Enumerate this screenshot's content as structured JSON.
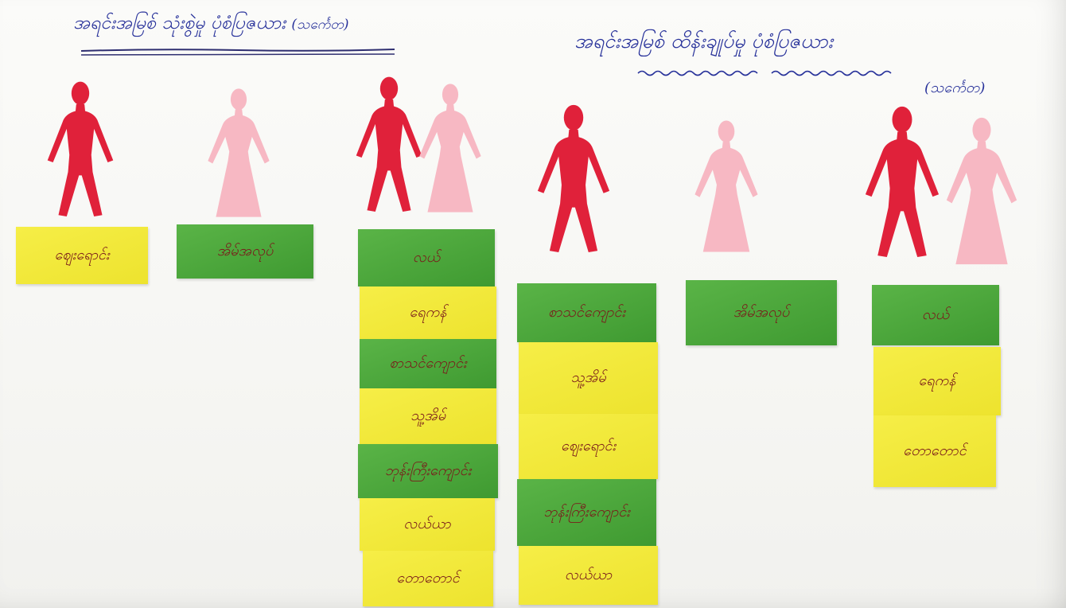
{
  "left_panel": {
    "title": "အရင်းအမြစ် သုံးစွဲမှု ပုံစံပြဇယား",
    "subtitle": "(သင်္ကေတ)",
    "male_cards": [
      {
        "label": "ဈေးရောင်း",
        "color": "yellow"
      }
    ],
    "female_cards": [
      {
        "label": "အိမ်အလုပ်",
        "color": "green"
      }
    ],
    "couple_cards": [
      {
        "label": "လယ်",
        "color": "green"
      },
      {
        "label": "ရေကန်",
        "color": "yellow"
      },
      {
        "label": "စာသင်ကျောင်း",
        "color": "green"
      },
      {
        "label": "သူ့အိမ်",
        "color": "yellow"
      },
      {
        "label": "ဘုန်းကြီးကျောင်း",
        "color": "green"
      },
      {
        "label": "လယ်ယာ",
        "color": "yellow"
      },
      {
        "label": "တောတောင်",
        "color": "yellow"
      }
    ]
  },
  "right_panel": {
    "title": "အရင်းအမြစ် ထိန်းချုပ်မှု ပုံစံပြဇယား",
    "subtitle": "(သင်္ကေတ)",
    "male_cards": [
      {
        "label": "စာသင်ကျောင်း",
        "color": "green"
      },
      {
        "label": "သူ့အိမ်",
        "color": "yellow"
      },
      {
        "label": "ဈေးရောင်း",
        "color": "yellow"
      },
      {
        "label": "ဘုန်းကြီးကျောင်း",
        "color": "green"
      },
      {
        "label": "လယ်ယာ",
        "color": "yellow"
      }
    ],
    "female_cards": [
      {
        "label": "အိမ်အလုပ်",
        "color": "green"
      }
    ],
    "couple_cards": [
      {
        "label": "လယ်",
        "color": "green"
      },
      {
        "label": "ရေကန်",
        "color": "yellow"
      },
      {
        "label": "တောတောင်",
        "color": "yellow"
      }
    ]
  },
  "colors": {
    "male_figure": "#e0213a",
    "female_figure": "#f7b8c3",
    "card_yellow": "#f1e83a",
    "card_green": "#4ea83c",
    "title_ink": "#27319a",
    "card_ink": "#7a1b1b"
  }
}
